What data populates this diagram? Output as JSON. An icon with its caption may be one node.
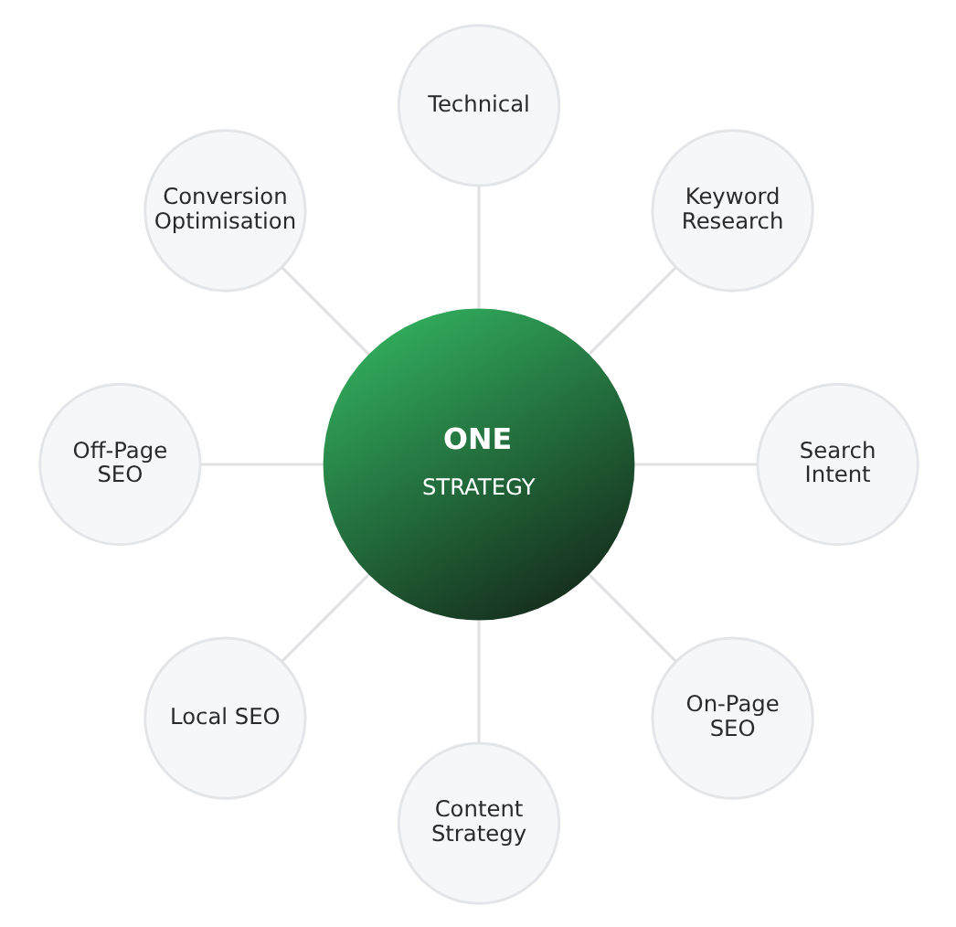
{
  "diagram": {
    "nodes": [
      {
        "text": [
          "Technical"
        ]
      },
      {
        "text": [
          "Conversion Optimisation"
        ]
      },
      {
        "text": [
          "Keyword Research"
        ]
      },
      {
        "text": [
          "Off-Page SEO"
        ]
      },
      {
        "text": [
          "ONE",
          "STRATEGY"
        ]
      },
      {
        "text": [
          "Search Intent"
        ]
      },
      {
        "text": [
          "Local SEO"
        ]
      },
      {
        "text": [
          "On-Page SEO"
        ]
      },
      {
        "text": [
          "Content Strategy"
        ]
      }
    ],
    "edges": [
      {
        "from": 4,
        "to": 0,
        "arrow": "none"
      },
      {
        "from": 4,
        "to": 1,
        "arrow": "none"
      },
      {
        "from": 4,
        "to": 3,
        "arrow": "none"
      },
      {
        "from": 4,
        "to": 6,
        "arrow": "none"
      },
      {
        "from": 4,
        "to": 8,
        "arrow": "none"
      },
      {
        "from": 4,
        "to": 7,
        "arrow": "none"
      },
      {
        "from": 4,
        "to": 5,
        "arrow": "none"
      },
      {
        "from": 4,
        "to": 2,
        "arrow": "none"
      }
    ]
  }
}
